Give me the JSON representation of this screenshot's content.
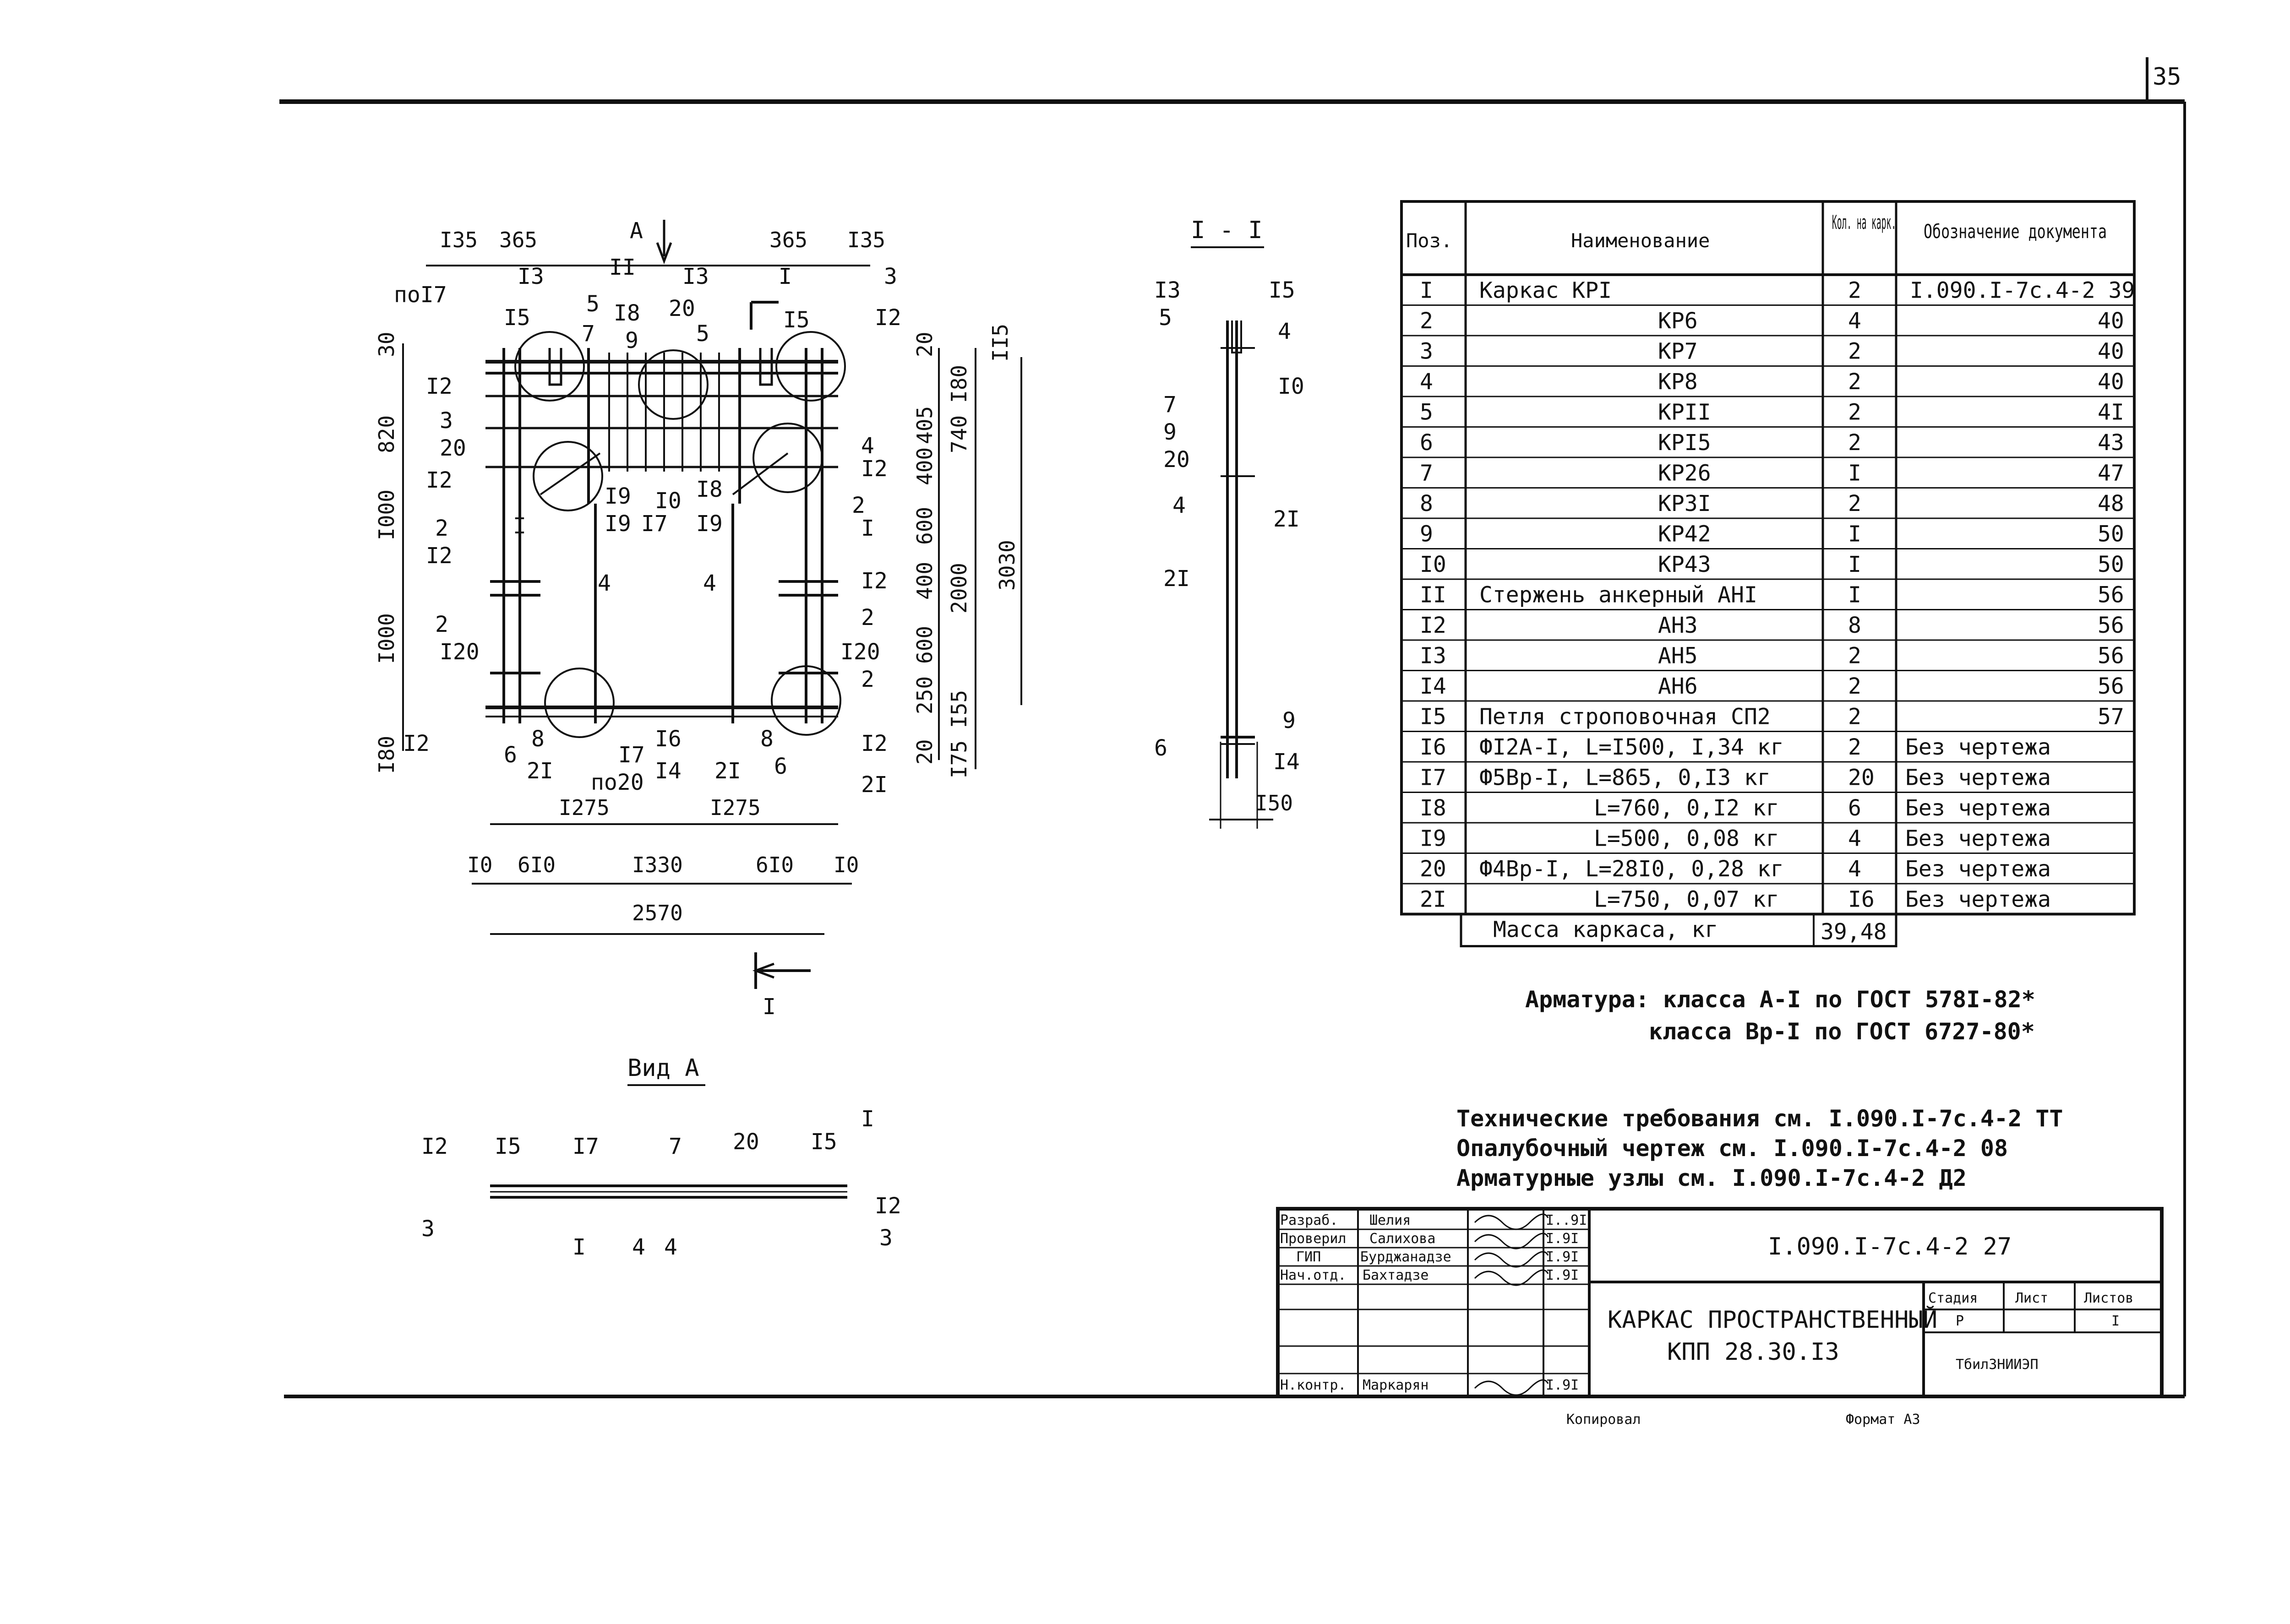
{
  "sheet_number": "35",
  "plan": {
    "top_dims": [
      "I35",
      "365",
      "365",
      "I35"
    ],
    "section_mark": "A",
    "cut_mark": "I",
    "callouts": [
      "поI7",
      "I5",
      "I3",
      "5",
      "II",
      "7",
      "I8",
      "9",
      "20",
      "I3",
      "5",
      "I",
      "I5",
      "3",
      "I2",
      "I2",
      "3",
      "20",
      "I2",
      "I9",
      "I9",
      "I0",
      "I7",
      "I8",
      "I9",
      "4",
      "I2",
      "2",
      "I",
      "2",
      "I2",
      "I",
      "4",
      "4",
      "I2",
      "2",
      "2",
      "I20",
      "I20",
      "2",
      "I2",
      "6",
      "8",
      "2I",
      "I7",
      "по20",
      "I6",
      "I4",
      "2I",
      "8",
      "6",
      "I2",
      "2I"
    ],
    "left_dims": [
      "30",
      "820",
      "I000",
      "I000",
      "I80"
    ],
    "right_dims_inner": [
      "20",
      "I80",
      "405",
      "400",
      "600",
      "400",
      "600",
      "250",
      "I55",
      "20"
    ],
    "right_dims_mid": [
      "II5",
      "740",
      "2000",
      "I75"
    ],
    "right_dim_total": "3030",
    "bottom_dims_row1": [
      "I275",
      "I275"
    ],
    "bottom_dims_row2": [
      "I0",
      "6I0",
      "I330",
      "6I0",
      "I0"
    ],
    "bottom_dim_total": "2570",
    "bottom_cut": "I"
  },
  "section": {
    "title": "I - I",
    "callouts": [
      "I3",
      "I5",
      "5",
      "4",
      "I0",
      "7",
      "9",
      "20",
      "4",
      "2I",
      "2I",
      "9",
      "6",
      "I4"
    ],
    "bottom_dim": "I50"
  },
  "view_a": {
    "title": "Вид А",
    "callouts": [
      "I2",
      "I5",
      "I7",
      "7",
      "20",
      "I5",
      "I",
      "I2",
      "3",
      "I",
      "4",
      "4",
      "3"
    ]
  },
  "spec_table": {
    "headers": [
      "Поз.",
      "Наименование",
      "Кол. на карк.",
      "Обозначение документа"
    ],
    "rows": [
      [
        "I",
        "Каркас КРI",
        "2",
        "I.090.I-7с.4-2 39"
      ],
      [
        "2",
        "КР6",
        "4",
        "40"
      ],
      [
        "3",
        "КР7",
        "2",
        "40"
      ],
      [
        "4",
        "КР8",
        "2",
        "40"
      ],
      [
        "5",
        "КРII",
        "2",
        "4I"
      ],
      [
        "6",
        "КРI5",
        "2",
        "43"
      ],
      [
        "7",
        "КР26",
        "I",
        "47"
      ],
      [
        "8",
        "КР3I",
        "2",
        "48"
      ],
      [
        "9",
        "КР42",
        "I",
        "50"
      ],
      [
        "I0",
        "КР43",
        "I",
        "50"
      ],
      [
        "II",
        "Стержень анкерный АНI",
        "I",
        "56"
      ],
      [
        "I2",
        "АН3",
        "8",
        "56"
      ],
      [
        "I3",
        "АН5",
        "2",
        "56"
      ],
      [
        "I4",
        "АН6",
        "2",
        "56"
      ],
      [
        "I5",
        "Петля строповочная СП2",
        "2",
        "57"
      ],
      [
        "I6",
        "ФI2А-I, L=I500, I,34 кг",
        "2",
        "Без чертежа"
      ],
      [
        "I7",
        "Ф5Вр-I, L=865, 0,I3 кг",
        "20",
        "Без чертежа"
      ],
      [
        "I8",
        "L=760, 0,I2 кг",
        "6",
        "Без чертежа"
      ],
      [
        "I9",
        "L=500, 0,08 кг",
        "4",
        "Без чертежа"
      ],
      [
        "20",
        "Ф4Вр-I, L=28I0, 0,28 кг",
        "4",
        "Без чертежа"
      ],
      [
        "2I",
        "L=750, 0,07 кг",
        "I6",
        "Без чертежа"
      ]
    ],
    "total_label": "Масса каркаса, кг",
    "total_value": "39,48"
  },
  "notes": {
    "armature_line1": "Арматура: класса А-I по ГОСТ 578I-82*",
    "armature_line2": "класса Вр-I по ГОСТ 6727-80*",
    "ref1": "Технические требования см. I.090.I-7с.4-2 ТТ",
    "ref2": "Опалубочный чертеж см. I.090.I-7с.4-2 08",
    "ref3": "Арматурные узлы см. I.090.I-7с.4-2 Д2"
  },
  "title_block": {
    "doc_code": "I.090.I-7с.4-2 27",
    "roles": [
      "Разраб.",
      "Проверил",
      "ГИП",
      "Нач.отд.",
      "Н.контр."
    ],
    "names": [
      "Шелия",
      "Салихова",
      "Бурджанадзе",
      "Бахтадзе",
      "Маркарян"
    ],
    "dates": [
      "I..9I",
      "I.9I",
      "I.9I",
      "I.9I",
      "I.9I"
    ],
    "title_line1": "КАРКАС ПРОСТРАНСТВЕННЫЙ",
    "title_line2": "КПП 28.30.I3",
    "stage_header": "Стадия",
    "sheet_header": "Лист",
    "sheets_header": "Листов",
    "stage_value": "Р",
    "sheet_value": "",
    "sheets_value": "I",
    "organization": "ТбилЗНИИЭП"
  },
  "footer": {
    "copied": "Копировал",
    "format": "Формат А3"
  }
}
